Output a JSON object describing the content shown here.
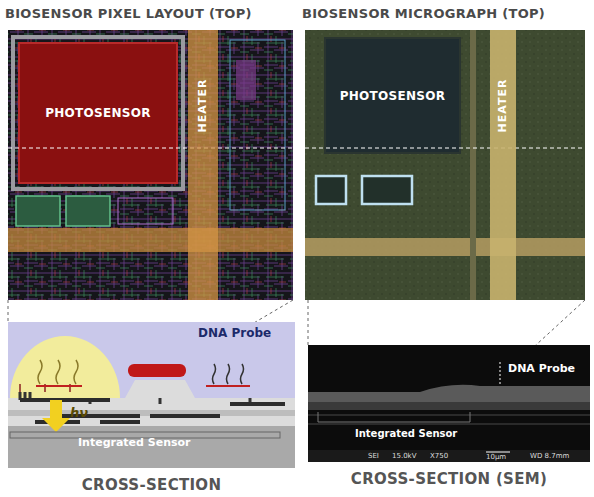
{
  "diagram": {
    "nodes": [
      {
        "text": [
          "BIOSENSOR PIXEL LAYOUT (TOP)"
        ]
      },
      {
        "text": [
          "PHOTOSENSOR"
        ],
        "in": 0
      },
      {
        "text": [
          "HEATER"
        ],
        "in": 0
      },
      {
        "text": [
          "BIOSENSOR MICROGRAPH (TOP)"
        ]
      },
      {
        "text": [
          "PHOTOSENSOR"
        ],
        "in": 3
      },
      {
        "text": [
          "HEATER"
        ],
        "in": 3
      },
      {
        "text": [
          "CROSS-SECTION"
        ]
      },
      {
        "text": [
          "CROSS-SECTION (SEM)"
        ]
      }
    ],
    "labels": [
      "hν",
      "DNA Probe",
      "Integrated Sensor",
      "DNA Probe",
      "Integrated Sensor",
      "SEI",
      "15.0kV",
      "X750",
      "10μm",
      "WD 8.7mm"
    ]
  }
}
